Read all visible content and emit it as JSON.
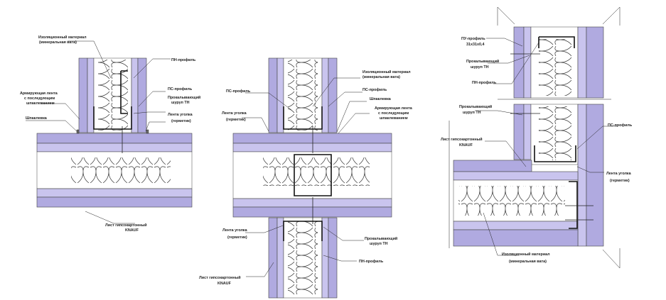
{
  "detail_left": {
    "insulation_label_1": "Изоляционный материал",
    "insulation_label_2": "(минеральная вата)",
    "pn_profile": "ПН-профиль",
    "ps_profile": "ПС-профиль",
    "screw_1": "Прокалывающий",
    "screw_2": "шуруп ТН",
    "tape_1": "Армирующая лента",
    "tape_2": "с последующим",
    "tape_3": "шпаклеванием",
    "putty": "Шпаклевка",
    "seal_1": "Лента уголка",
    "seal_2": "(герметик)",
    "sheet_1": "Лист гипсокартонный",
    "sheet_2": "KNAUF"
  },
  "detail_middle": {
    "insulation_1": "Изоляционный материал",
    "insulation_2": "(минеральная вата)",
    "ps_profile_a": "ПС-профиль",
    "ps_profile_b": "ПС-профиль",
    "seal_top_1": "Лента уголка",
    "seal_top_2": "(герметик)",
    "putty": "Шпаклевка",
    "tape_1": "Армирующая лента",
    "tape_2": "с последующим",
    "tape_3": "шпаклеванием",
    "seal_bot_1": "Лента уголка",
    "seal_bot_2": "(герметик)",
    "screw_1": "Прокалывающий",
    "screw_2": "шуруп ТН",
    "pn_profile": "ПН-профиль",
    "sheet_1": "Лист гипсокартонный",
    "sheet_2": "KNAUF"
  },
  "detail_right": {
    "pu_profile_1": "ПУ-профиль",
    "pu_profile_2": "31x31x0,4",
    "screw_a_1": "Прокалывающий",
    "screw_a_2": "шуруп ТН",
    "pn_profile": "ПН-профиль",
    "screw_b_1": "Прокалывающий",
    "screw_b_2": "шуруп ТН",
    "ps_profile": "ПС-профиль",
    "sheet_1": "Лист гипсокартонный",
    "sheet_2": "KNAUF",
    "seal_1": "Лента уголка",
    "seal_2": "(герметик)",
    "insulation_1": "Изоляционный материал",
    "insulation_2": "(минеральная вата)"
  }
}
